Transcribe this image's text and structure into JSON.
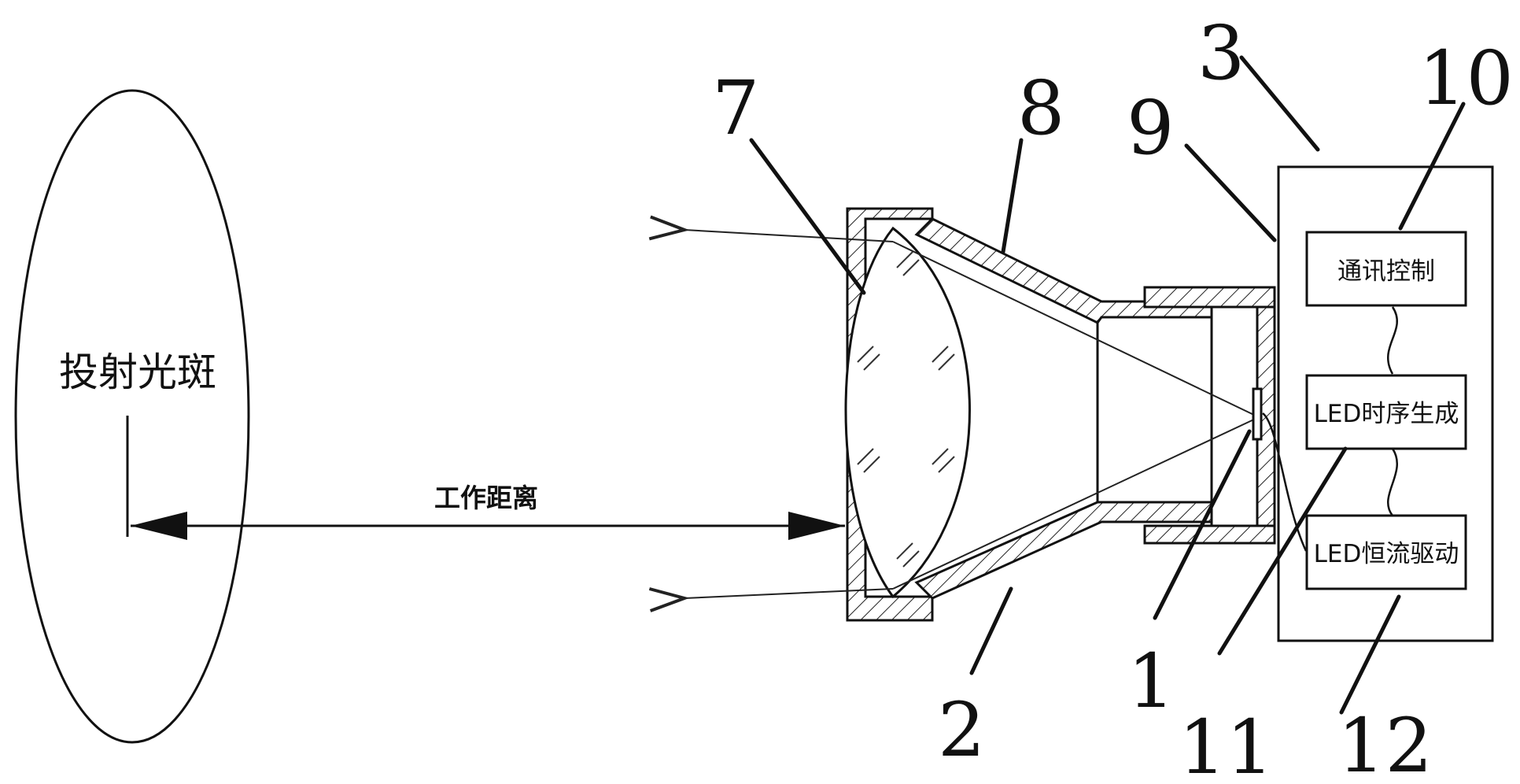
{
  "spot_label": "投射光斑",
  "distance_label": "工作距离",
  "blocks": {
    "comm": "通讯控制",
    "timing": "LED时序生成",
    "driver": "LED恒流驱动"
  },
  "callouts": {
    "c1": "1",
    "c2": "2",
    "c3": "3",
    "c7": "7",
    "c8": "8",
    "c9": "9",
    "c10": "10",
    "c11": "11",
    "c12": "12"
  }
}
